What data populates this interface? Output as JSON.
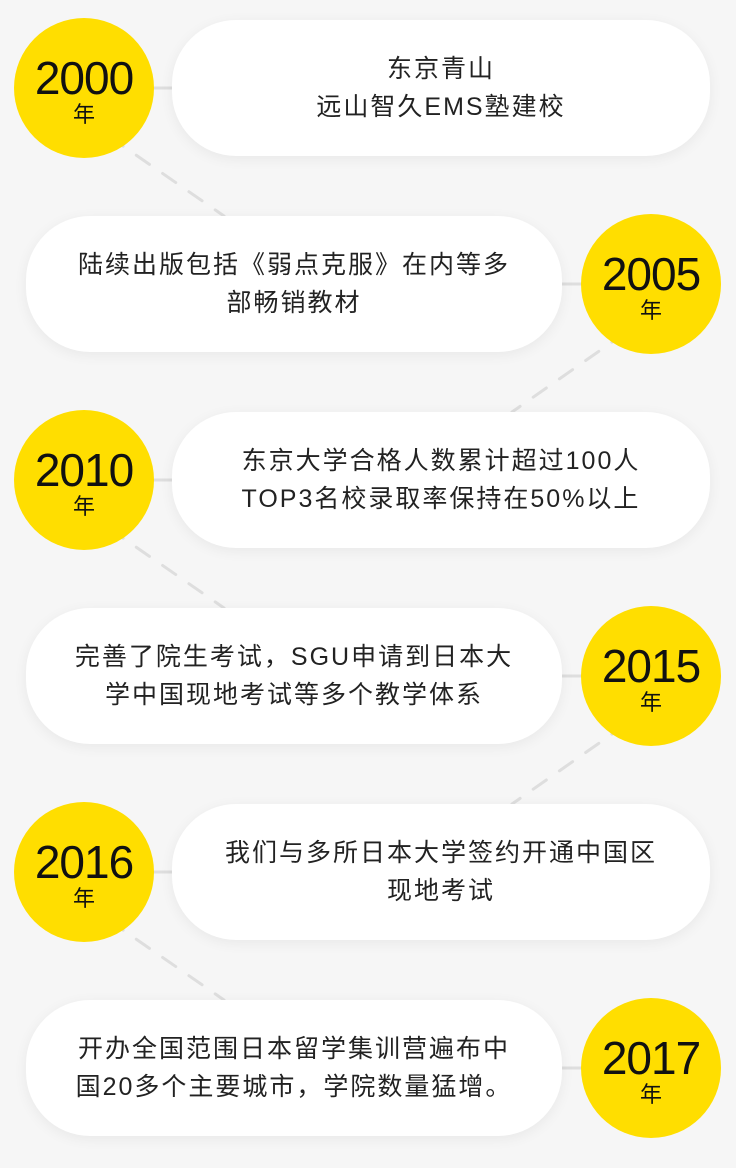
{
  "colors": {
    "background": "#F6F6F6",
    "accent": "#FFDE00",
    "card": "#FFFFFF",
    "text": "#222222",
    "connector": "#DEDEDE"
  },
  "timeline": [
    {
      "year": "2000",
      "unit": "年",
      "lines": [
        "东京青山",
        "远山智久EMS塾建校"
      ]
    },
    {
      "year": "2005",
      "unit": "年",
      "lines": [
        "陆续出版包括《弱点克服》在内等多",
        "部畅销教材"
      ]
    },
    {
      "year": "2010",
      "unit": "年",
      "lines": [
        "东京大学合格人数累计超过100人",
        "TOP3名校录取率保持在50%以上"
      ]
    },
    {
      "year": "2015",
      "unit": "年",
      "lines": [
        "完善了院生考试，SGU申请到日本大",
        "学中国现地考试等多个教学体系"
      ]
    },
    {
      "year": "2016",
      "unit": "年",
      "lines": [
        "我们与多所日本大学签约开通中国区",
        "现地考试"
      ]
    },
    {
      "year": "2017",
      "unit": "年",
      "lines": [
        "开办全国范围日本留学集训营遍布中",
        "国20多个主要城市，学院数量猛增。"
      ]
    }
  ]
}
